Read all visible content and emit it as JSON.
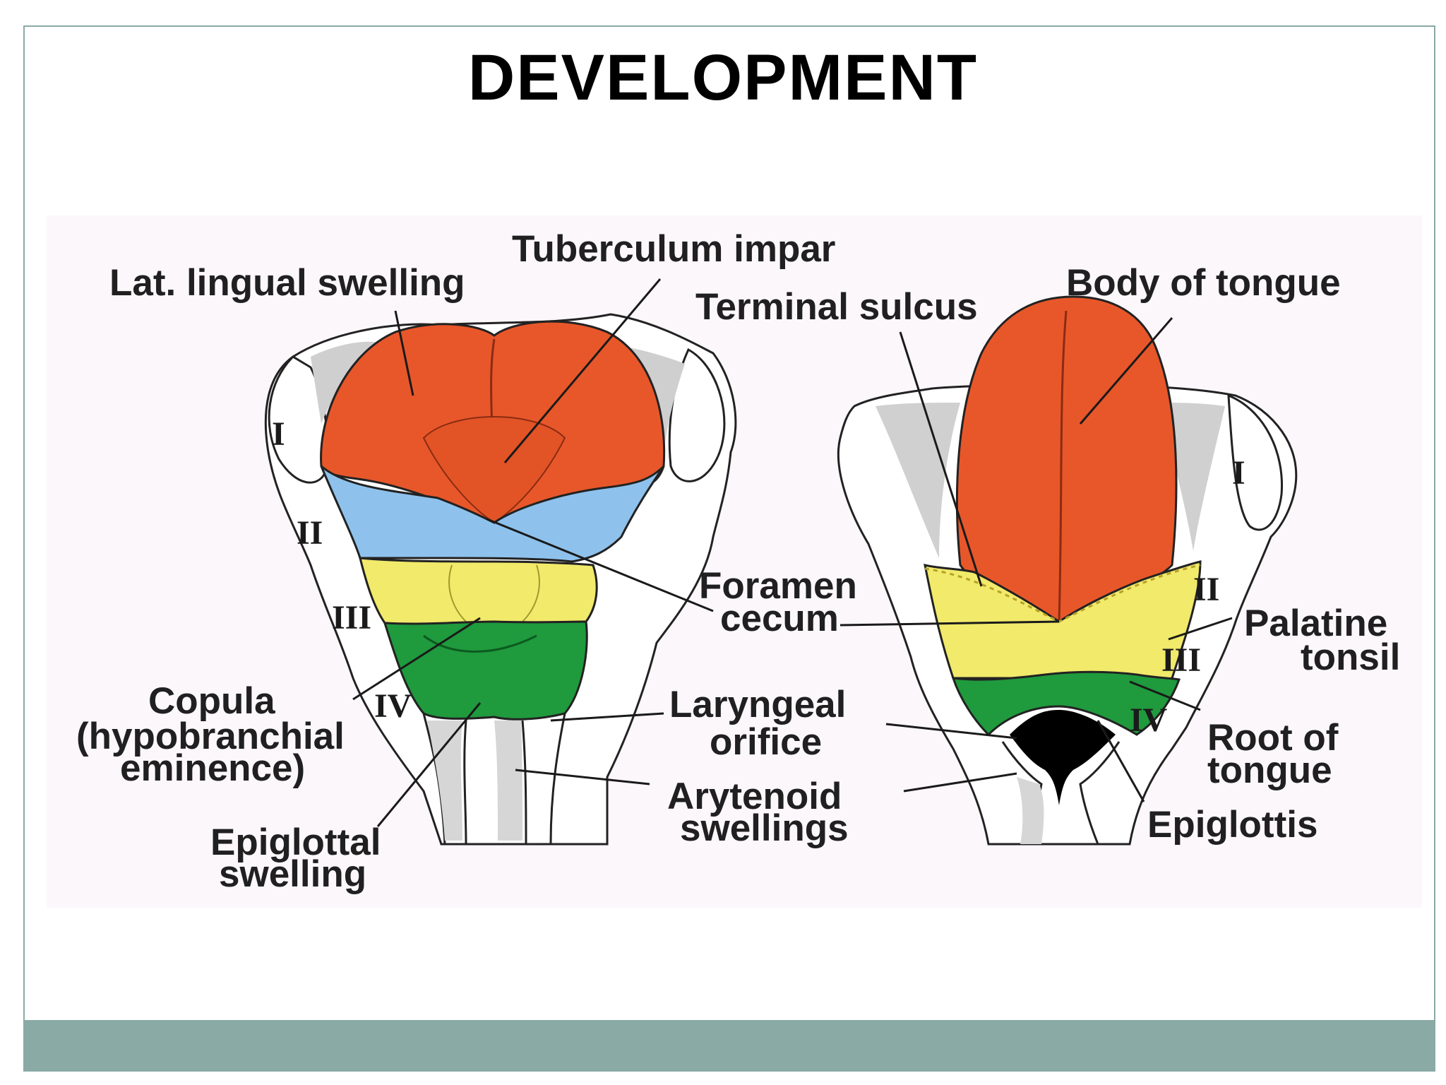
{
  "slide": {
    "title": "DEVELOPMENT"
  },
  "colors": {
    "lingual_swelling": "#e8572a",
    "second_arch": "#8ec2ec",
    "third_arch": "#f1ea6a",
    "fourth_arch": "#1f9a3d",
    "footer_bar": "#8aaaa6",
    "outline": "#222222"
  },
  "diagram": {
    "left_labels": {
      "lateral_lingual_swelling": "Lat. lingual swelling",
      "tuberculum_impar": "Tuberculum impar",
      "copula_1": "Copula",
      "copula_2": "(hypobranchial",
      "copula_3": "eminence)",
      "epiglottal_1": "Epiglottal",
      "epiglottal_2": "swelling"
    },
    "center_labels": {
      "terminal_sulcus": "Terminal sulcus",
      "foramen_1": "Foramen",
      "foramen_2": "cecum",
      "laryngeal_1": "Laryngeal",
      "laryngeal_2": "orifice",
      "arytenoid_1": "Arytenoid",
      "arytenoid_2": "swellings"
    },
    "right_labels": {
      "body_of_tongue": "Body of tongue",
      "palatine_1": "Palatine",
      "palatine_2": "tonsil",
      "root_1": "Root of",
      "root_2": "tongue",
      "epiglottis": "Epiglottis"
    },
    "arch_numerals_left": [
      "I",
      "II",
      "III",
      "IV"
    ],
    "arch_numerals_right": [
      "I",
      "II",
      "III",
      "IV"
    ]
  }
}
